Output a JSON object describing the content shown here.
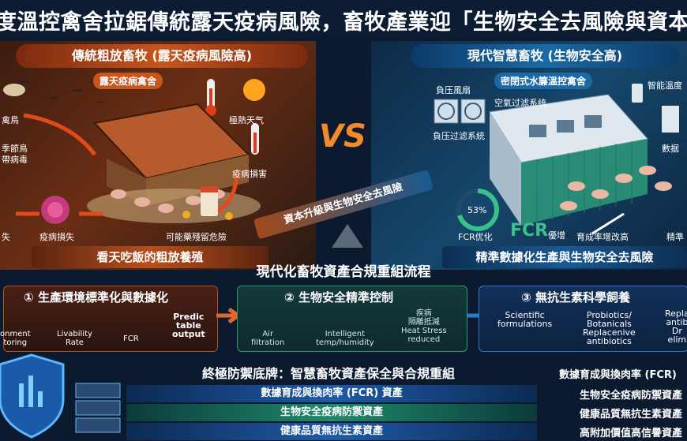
{
  "title": "度溫控禽舍拉鋸傳統露天疫病風險，畜牧產業迎「生物安全去風險與資本升",
  "left": {
    "header": "傳統粗放畜牧 (露天疫病風險高)",
    "barn_tag": "露天疫病禽舍",
    "labels": {
      "birds": "禽鳥",
      "seasonal": "季節鳥\n帶病毒",
      "heat": "極熱天气",
      "disease": "疫病損害",
      "loss1": "失",
      "loss2": "疫病損失",
      "residue": "可能藥殘留危險"
    },
    "footer": "看天吃飯的粗放養殖"
  },
  "vs": "VS",
  "seesaw_label": "資本升級與生物安全去風險",
  "right": {
    "header": "現代智慧畜牧 (生物安全高)",
    "barn_tag": "密閉式水簾溫控禽舍",
    "labels": {
      "fan": "負压風扇",
      "filter_sys": "空氣过滤系统",
      "neg_filter": "負压过滤系統",
      "smart_temp": "智能溫度",
      "data": "數据",
      "fcr_opt": "FCR优化",
      "fcr": "FCR",
      "fcr_up": "優增",
      "growth": "育成率增改高",
      "precise": "精準",
      "percent": "53%"
    },
    "footer": "精準數據化生產與生物安全去風險"
  },
  "process": {
    "title": "現代化畜牧資產合規重組流程",
    "steps": [
      {
        "num": "①",
        "title": "生產環境標準化與數據化",
        "items": [
          "onment\ntoring",
          "Livability\nRate",
          "FCR",
          "Predic\ntable\noutput"
        ]
      },
      {
        "num": "②",
        "title": "生物安全精準控制",
        "items": [
          "Air\nfiltration",
          "Intelligent\ntemp/humidity",
          "疾病\n隔離抵減\nHeat Stress\nreduced"
        ]
      },
      {
        "num": "③",
        "title": "無抗生素科學飼養",
        "items": [
          "Scientific\nformulations",
          "Probiotics/\nBotanicals\nReplacenive\nantibiotics",
          "Repla\nantib\nDr\nelim"
        ]
      }
    ]
  },
  "defense": {
    "title": "終極防禦底牌：智慧畜牧資產保全與合規重組",
    "bars": [
      "數據育成與換肉率 (FCR) 資產",
      "生物安全疫病防禦資產",
      "健康品質無抗生素資產"
    ],
    "right_title": "數據育成與換肉率 (FCR)",
    "right_items": [
      "生物安全疫病防禦資產",
      "健康品質無抗生素資產",
      "高附加價值高信譽資產"
    ]
  },
  "colors": {
    "bg": "#0b1a2e",
    "warm": "#c8551c",
    "cool": "#1a6aa8",
    "green": "#2f9a6a",
    "blue": "#2a78c8"
  }
}
